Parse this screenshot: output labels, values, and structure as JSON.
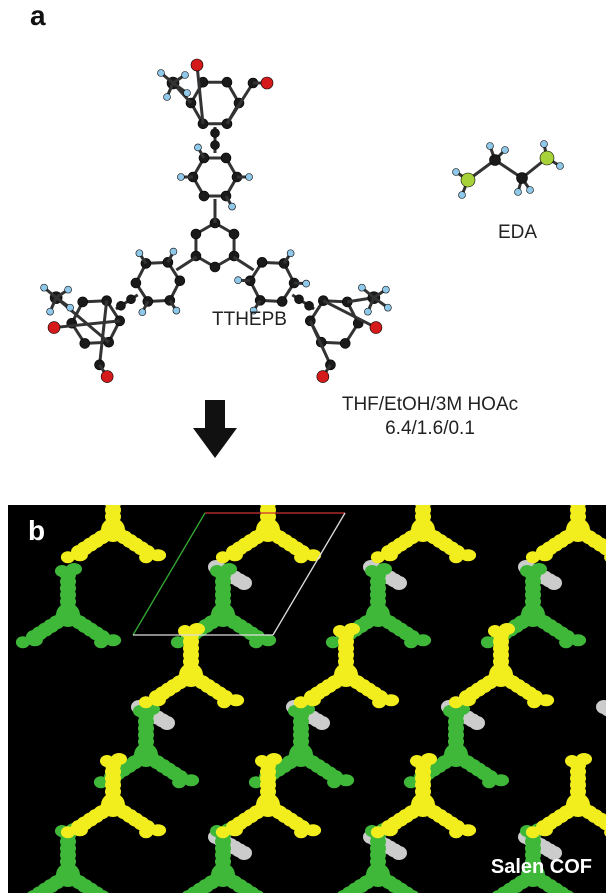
{
  "panel_a": {
    "label": "a",
    "molecule_label": "TTHEPB",
    "linker_label": "EDA",
    "conditions_line1": "THF/EtOH/3M HOAc",
    "conditions_line2": "6.4/1.6/0.1"
  },
  "panel_b": {
    "label": "b",
    "structure_label": "Salen COF"
  },
  "colors": {
    "carbon": "#1a1a1a",
    "hydrogen": "#8fc8e8",
    "oxygen": "#d41a1a",
    "nitrogen": "#a8d23a",
    "cof_green": "#3fb83a",
    "cof_yellow": "#f2ee1e",
    "cof_white": "#cccccc"
  }
}
